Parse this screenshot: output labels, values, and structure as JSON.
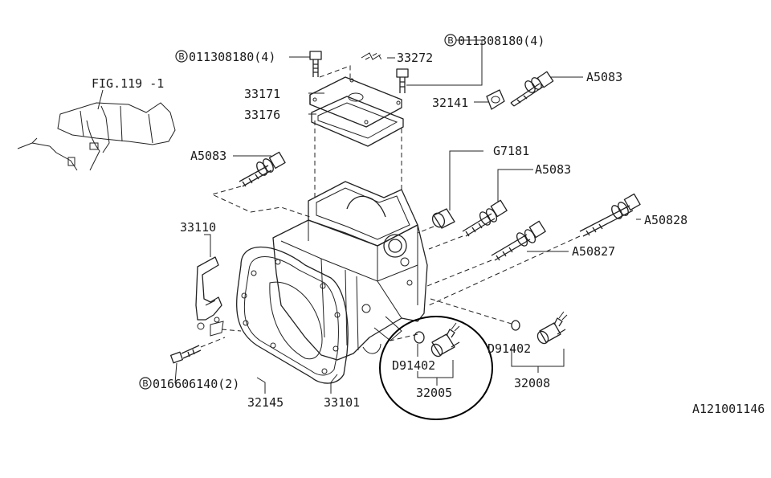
{
  "diagram": {
    "figure_ref": "FIG.119 -1",
    "drawing_id": "A121001146",
    "bolt_badge": "B",
    "labels": {
      "bolt_top_left": "011308180(4)",
      "bolt_top_right": "011308180(4)",
      "bolt_bottom_left": "016606140(2)",
      "p33272": "33272",
      "p33171": "33171",
      "p33176": "33176",
      "p32141": "32141",
      "a5083_top": "A5083",
      "a5083_left": "A5083",
      "g7181": "G7181",
      "a5083_mid": "A5083",
      "a50828": "A50828",
      "a50827": "A50827",
      "p33110": "33110",
      "d91402_right": "D91402",
      "d91402_circle": "D91402",
      "p32008": "32008",
      "p32005": "32005",
      "p32145": "32145",
      "p33101": "33101"
    }
  }
}
